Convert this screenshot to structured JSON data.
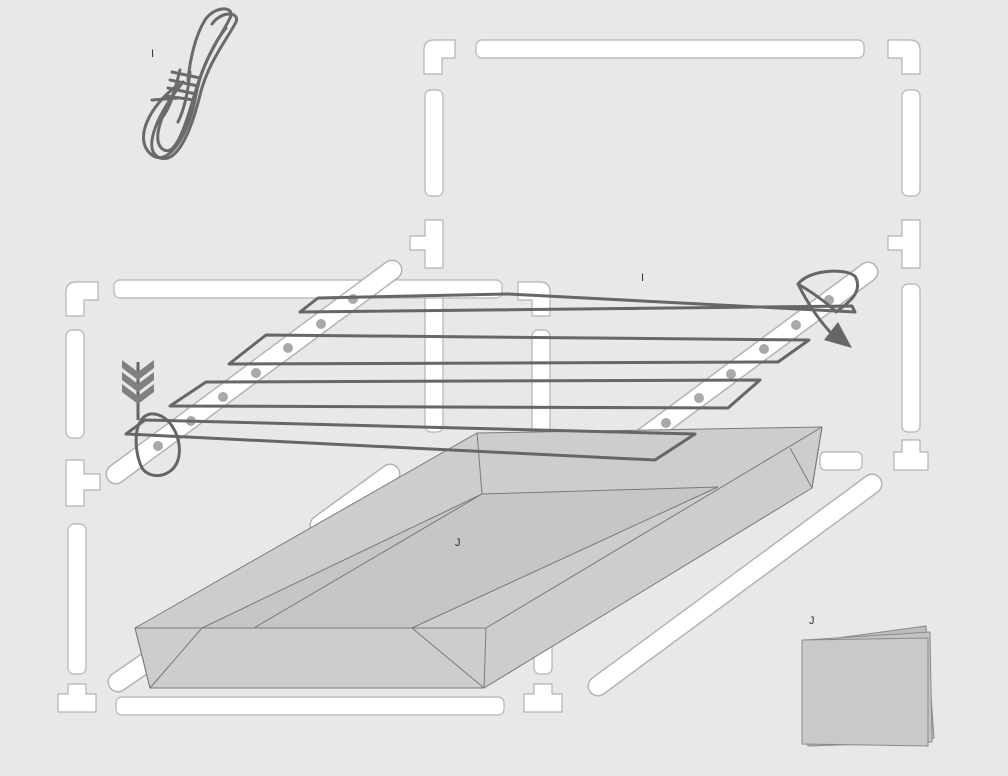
{
  "labels": {
    "rope": "I",
    "straps": "I",
    "tray": "J",
    "sheet": "J"
  },
  "colors": {
    "background": "#e8e8e8",
    "pipe": "#ffffff",
    "strap": "#666666",
    "tray": "#cdcdcd",
    "sheet": "#c9c9c9"
  },
  "icons": {
    "rotate": "curved-arrow-icon",
    "insert": "chevron-arrow-icon",
    "rope": "coiled-rope-icon"
  }
}
